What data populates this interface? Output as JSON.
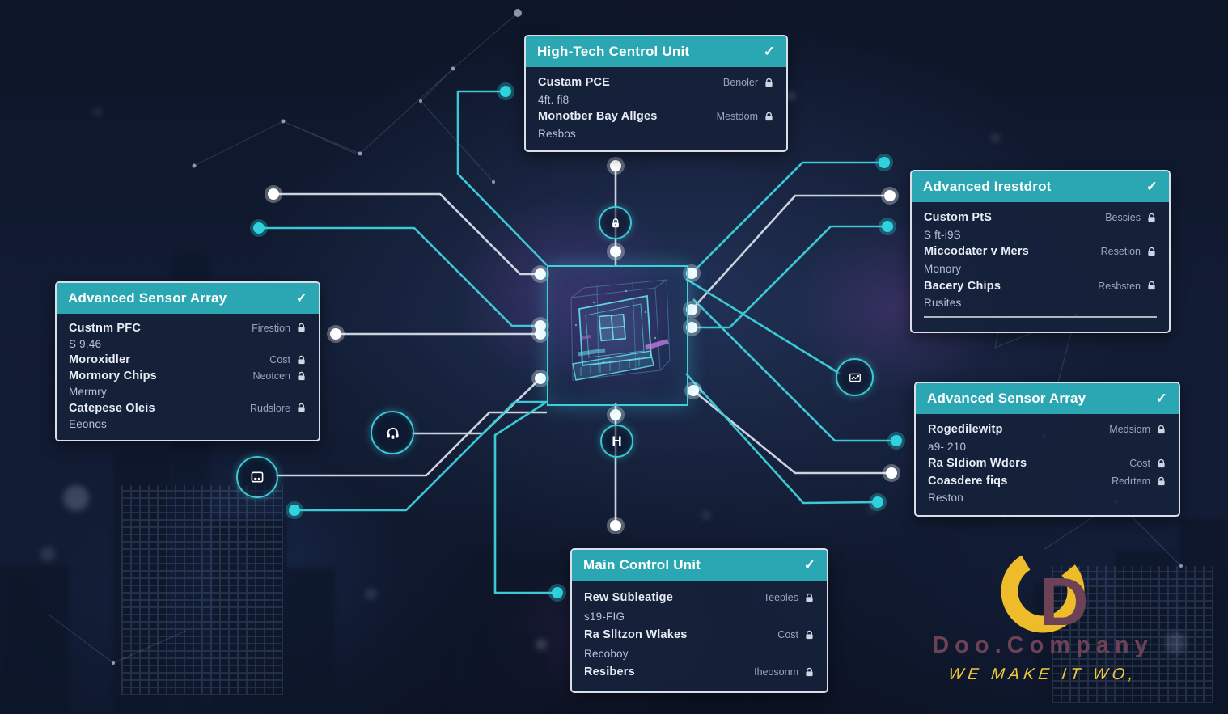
{
  "colors": {
    "accent_teal": "#2aa7b2",
    "line_teal": "#3cc8d4",
    "line_gray": "#ccd3df",
    "card_bg": "#16213a",
    "card_border": "#d9dee8",
    "value_text": "#9aa6bb",
    "hologram_cyan": "#66e0ef",
    "logo_yellow": "#eebc2a",
    "logo_maroon": "#6d4156"
  },
  "icons": {
    "check": "✓",
    "row_lock": "lock-icon",
    "node_lock": "lock-icon",
    "node_media": "media-card-icon",
    "node_headset": "headset-icon",
    "node_chip": "chip-icon",
    "h_label": "H"
  },
  "cards": [
    {
      "id": "high-tech-control-unit",
      "title": "High-Tech Centrol Unit",
      "rows": [
        {
          "label": "Custam PCE",
          "value": "Benoler",
          "locked": true
        },
        {
          "label": "4ft. fi8",
          "value": "",
          "locked": false
        },
        {
          "label": "Monotber Bay Allges",
          "value": "Mestdom",
          "locked": true
        },
        {
          "label": "Resbos",
          "value": "",
          "locked": false
        }
      ]
    },
    {
      "id": "advanced-irestdrot",
      "title": "Advanced Irestdrot",
      "rows": [
        {
          "label": "Custom PtS",
          "value": "Bessies",
          "locked": true
        },
        {
          "label": "S ft-i9S",
          "value": "",
          "locked": false
        },
        {
          "label": "Miccodater v Mers",
          "value": "Resetion",
          "locked": true
        },
        {
          "label": "Monory",
          "value": "",
          "locked": false
        },
        {
          "label": "Bacery Chips",
          "value": "Resbsten",
          "locked": true
        },
        {
          "label": "Rusites",
          "value": "",
          "locked": false
        }
      ]
    },
    {
      "id": "advanced-sensor-array-left",
      "title": "Advanced Sensor Array",
      "rows": [
        {
          "label": "Custnm PFC",
          "value": "Firestion",
          "locked": true
        },
        {
          "label": "S 9.46",
          "value": "",
          "locked": false
        },
        {
          "label": "Moroxidler",
          "value": "Cost",
          "locked": true
        },
        {
          "label": "Mormory Chips",
          "value": "Neotcen",
          "locked": true
        },
        {
          "label": "Mermry",
          "value": "",
          "locked": false
        },
        {
          "label": "Catepese Oleis",
          "value": "Rudslore",
          "locked": true
        },
        {
          "label": "Eeonos",
          "value": "",
          "locked": false
        }
      ]
    },
    {
      "id": "advanced-sensor-array-right",
      "title": "Advanced Sensor Array",
      "rows": [
        {
          "label": "Rogedilewitp",
          "value": "Medsiom",
          "locked": true
        },
        {
          "label": "a9- 210",
          "value": "",
          "locked": false
        },
        {
          "label": "Ra Sldiom Wders",
          "value": "Cost",
          "locked": true
        },
        {
          "label": "Coasdere fiqs",
          "value": "Redrtem",
          "locked": true
        },
        {
          "label": "Reston",
          "value": "",
          "locked": false
        }
      ]
    },
    {
      "id": "main-control-unit",
      "title": "Main Control Unit",
      "rows": [
        {
          "label": "Rew Sübleatige",
          "value": "Teeples",
          "locked": true
        },
        {
          "label": "s19-FIG",
          "value": "",
          "locked": false
        },
        {
          "label": "Ra Slltzon Wlakes",
          "value": "Cost",
          "locked": true
        },
        {
          "label": "Recoboy",
          "value": "",
          "locked": false
        },
        {
          "label": "Resibers",
          "value": "Iheosonm",
          "locked": true
        }
      ]
    }
  ],
  "logo": {
    "monogram": "D",
    "brand": "Doo.Company",
    "tagline": "WE MAKE IT WO,"
  }
}
